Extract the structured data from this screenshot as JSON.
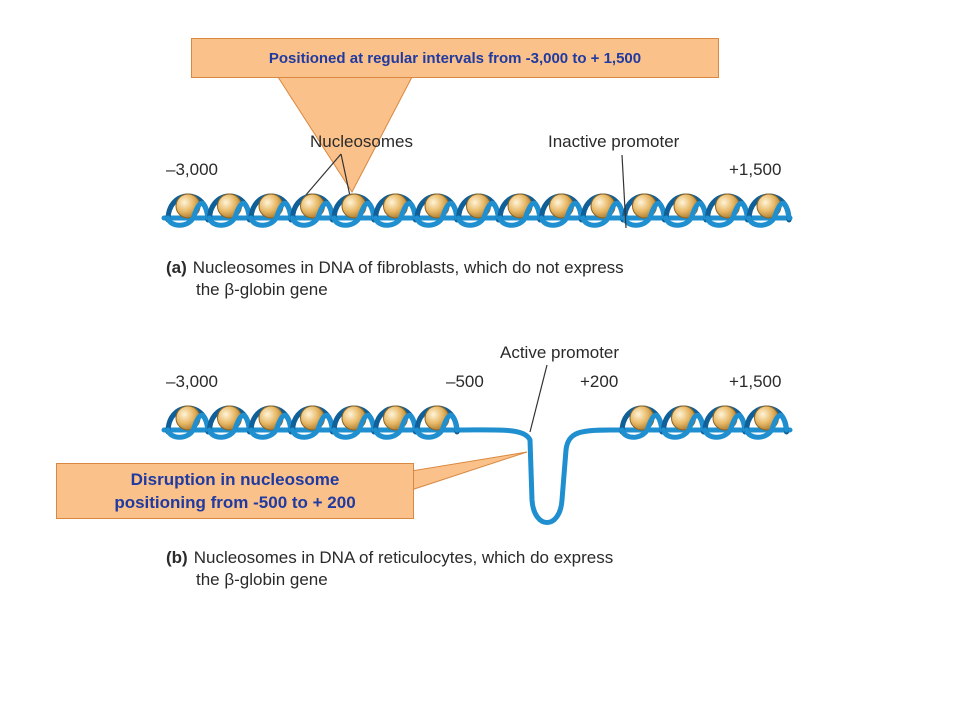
{
  "callouts": {
    "top": "Positioned at regular intervals from -3,000 to + 1,500",
    "bottom_line1": "Disruption in nucleosome",
    "bottom_line2": "positioning from -500 to + 200"
  },
  "panel_a": {
    "label_nucleosomes": "Nucleosomes",
    "label_promoter": "Inactive promoter",
    "left_coord": "–3,000",
    "right_coord": "+1,500",
    "caption_tag": "(a)",
    "caption_line1": "Nucleosomes in DNA of fibroblasts, which do not express",
    "caption_line2": "the β-globin gene",
    "nucleosome_count": 15
  },
  "panel_b": {
    "label_promoter": "Active promoter",
    "left_coord": "–3,000",
    "mid_left_coord": "–500",
    "mid_right_coord": "+200",
    "right_coord": "+1,500",
    "caption_tag": "(b)",
    "caption_line1": "Nucleosomes in DNA of reticulocytes, which do express",
    "caption_line2": "the β-globin gene",
    "left_nucleosome_count": 7,
    "right_nucleosome_count": 4
  },
  "colors": {
    "dna": "#1f8fd0",
    "dna_dark": "#0f5f98",
    "nucleosome": "#e7b866",
    "callout_fill": "#fbc18a",
    "callout_text": "#1f3aa0"
  }
}
